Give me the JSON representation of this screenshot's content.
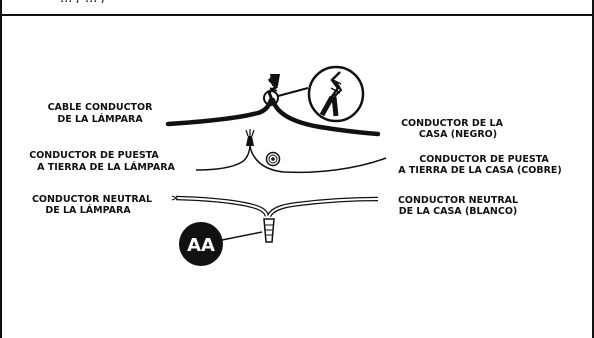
{
  "header": {
    "clipped_text": "... / ... /"
  },
  "labels": {
    "lamp_supply_wire": [
      "CABLE CONDUCTOR",
      "DE LA LÁMPARA"
    ],
    "house_black_wire": [
      "CONDUCTOR DE LA",
      "CASA (NEGRO)"
    ],
    "lamp_ground_wire": [
      "CONDUCTOR DE PUESTA",
      "A TIERRA DE LA LÁMPARA"
    ],
    "house_ground_wire": [
      "CONDUCTOR DE PUESTA",
      "A TIERRA DE LA CASA (COBRE)"
    ],
    "lamp_neutral_wire": [
      "CONDUCTOR NEUTRAL",
      "DE LA LÁMPARA"
    ],
    "house_neutral_wire": [
      "CONDUCTOR NEUTRAL",
      "DE LA CASA (BLANCO)"
    ]
  },
  "badge": {
    "text": "AA"
  },
  "colors": {
    "ink": "#111111",
    "background": "#ffffff"
  }
}
